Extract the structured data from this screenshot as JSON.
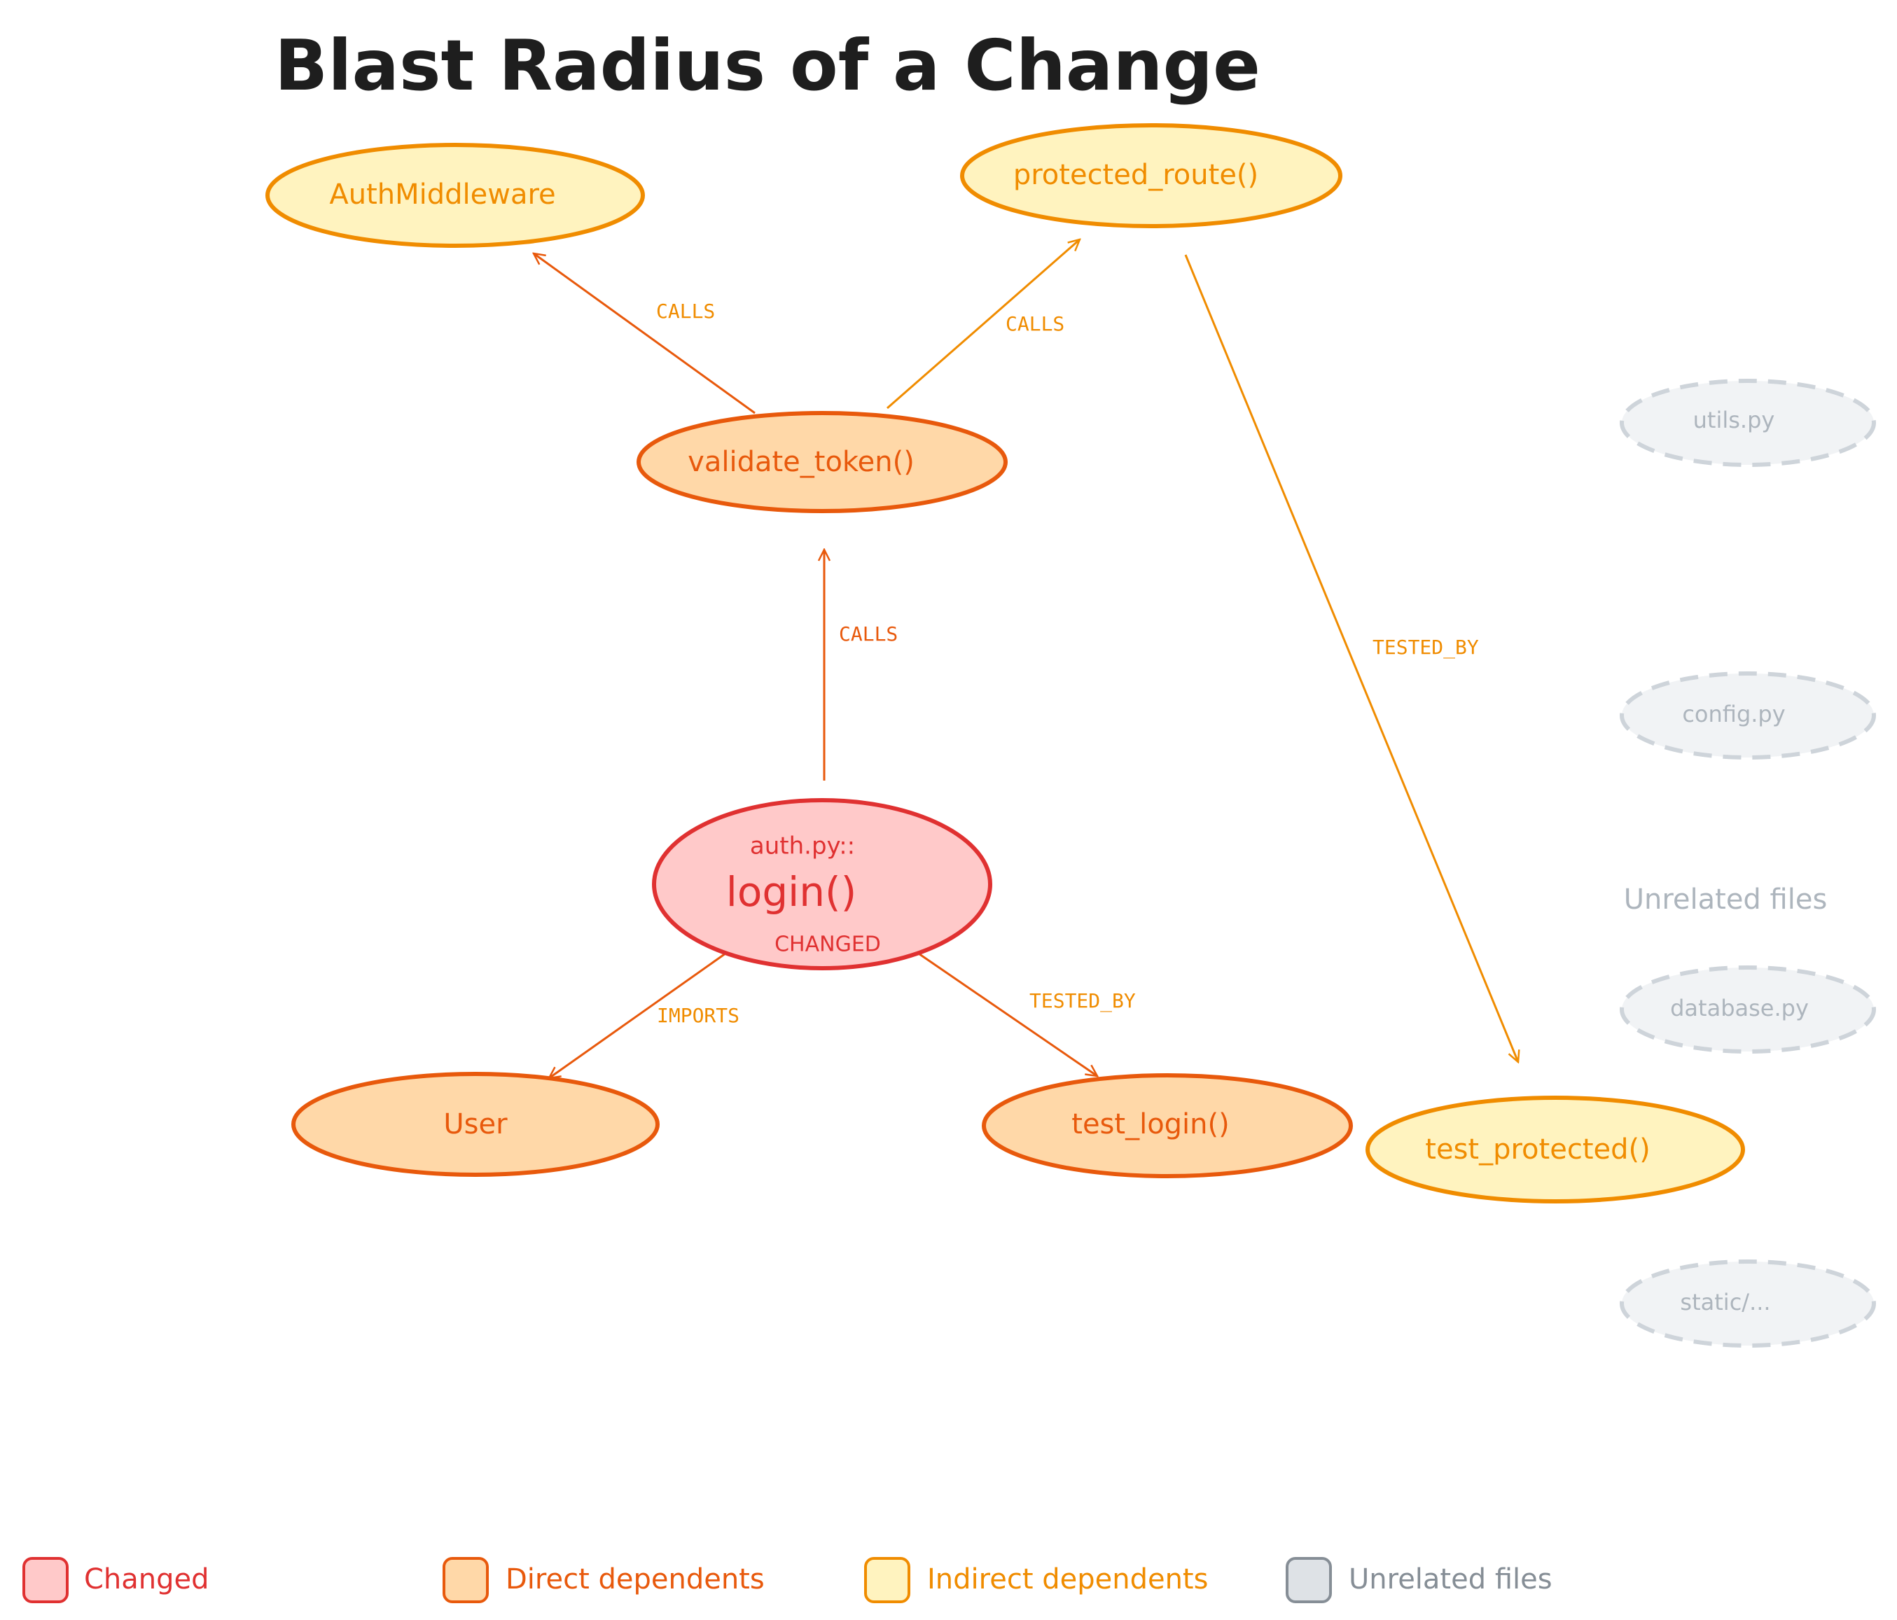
{
  "title": "Blast Radius of a Change",
  "colors": {
    "changed_fill": "#ffc9c9",
    "changed_stroke": "#e03131",
    "direct_fill": "#ffd8a8",
    "direct_stroke": "#e8590c",
    "indirect_fill": "#fff3bf",
    "indirect_stroke": "#f08c00",
    "unrelated_fill": "#f1f3f5",
    "unrelated_stroke": "#ced4da",
    "unrelated_text": "#adb5bd",
    "legend_unrelated_fill": "#dee2e6",
    "legend_unrelated_stroke": "#868e96",
    "title_color": "#1e1e1e"
  },
  "nodes": {
    "changed": {
      "prefix": "auth.py::",
      "name": "login()",
      "status": "CHANGED"
    },
    "validate_token": "validate_token()",
    "auth_middleware": "AuthMiddleware",
    "protected_route": "protected_route()",
    "user": "User",
    "test_login": "test_login()",
    "test_protected": "test_protected()"
  },
  "edges": {
    "login_validate": "CALLS",
    "validate_auth": "CALLS",
    "validate_route": "CALLS",
    "route_test": "TESTED_BY",
    "login_user": "IMPORTS",
    "login_test": "TESTED_BY"
  },
  "unrelated": {
    "label": "Unrelated files",
    "files": [
      "utils.py",
      "config.py",
      "database.py",
      "static/..."
    ]
  },
  "legend": {
    "changed": "Changed",
    "direct": "Direct dependents",
    "indirect": "Indirect dependents",
    "unrelated": "Unrelated files"
  }
}
